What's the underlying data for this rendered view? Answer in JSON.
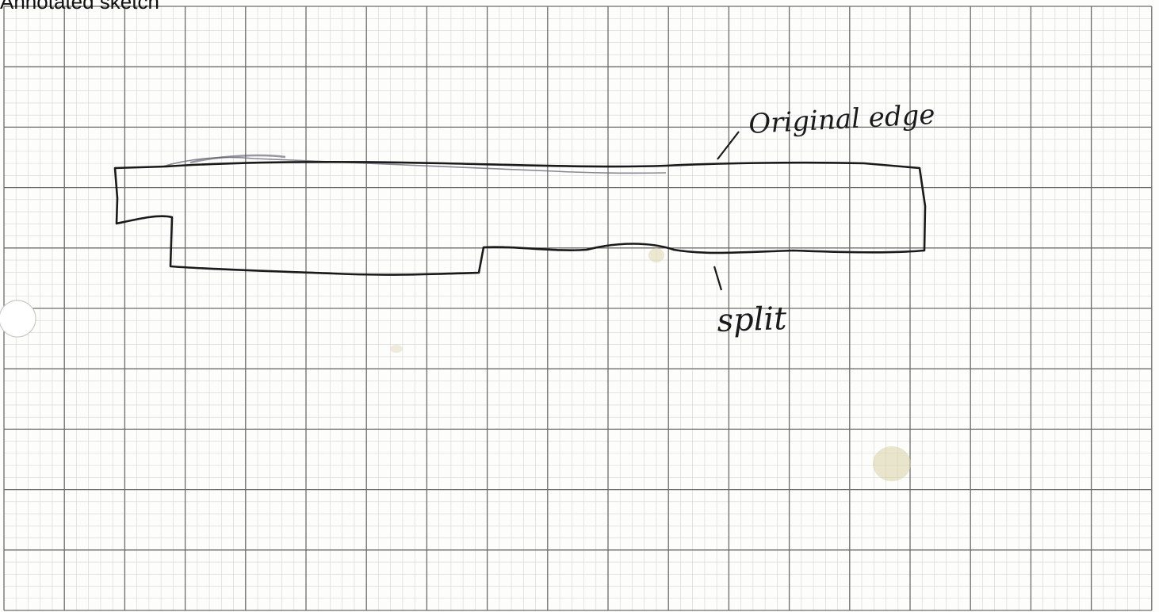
{
  "header": {
    "title": "Annotated sketch"
  },
  "annotations": {
    "original_edge": "Original edge",
    "split": "split"
  },
  "colors": {
    "ink": "#1a1a1a",
    "pencil": "#6a6a7a",
    "grid_major": "#6b6b6b",
    "grid_minor": "#d4d4d4",
    "paper": "#fdfdfb",
    "stain": "#d9cfa6"
  }
}
